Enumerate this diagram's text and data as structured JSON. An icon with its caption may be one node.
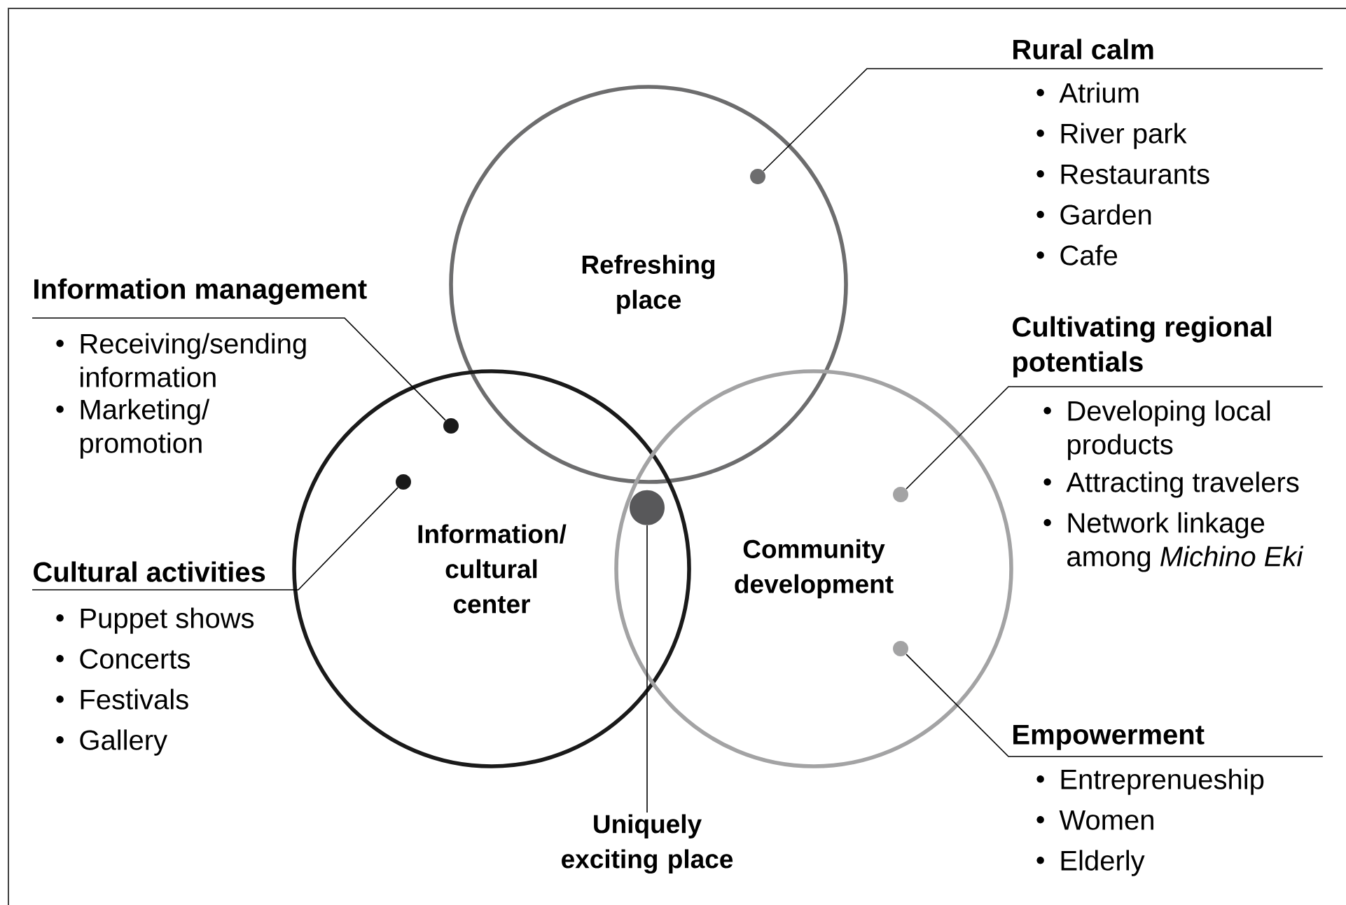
{
  "diagram": {
    "nodes": [
      {
        "text": [
          "Refreshing place"
        ]
      },
      {
        "text": [
          "Information/ cultural center"
        ]
      },
      {
        "text": [
          "Community development"
        ]
      },
      {
        "text": [],
        "shape": "circle",
        "in": 0
      },
      {
        "text": [],
        "shape": "circle",
        "in": 1
      },
      {
        "text": [],
        "shape": "circle",
        "in": 1
      },
      {
        "text": [],
        "shape": "circle",
        "in": 2
      },
      {
        "text": [],
        "shape": "circle",
        "in": 2
      },
      {
        "text": [],
        "shape": "circle"
      },
      {
        "text": [
          "Rural calm",
          "Atrium",
          "River park",
          "Restaurants",
          "Garden",
          "Cafe"
        ]
      },
      {
        "text": [
          "Information management",
          "Receiving/sending information",
          "Marketing/ promotion"
        ]
      },
      {
        "text": [
          "Cultural activities",
          "Puppet shows",
          "Concerts",
          "Festivals",
          "Gallery"
        ]
      },
      {
        "text": [
          "Cultivating regional potentials",
          "Developing local products",
          "Attracting travelers",
          "Network linkage among *Michino Eki*"
        ]
      },
      {
        "text": [
          "Empowerment",
          "Entreprenueship",
          "Women",
          "Elderly"
        ]
      },
      {
        "text": [
          "Uniquely exciting place"
        ]
      }
    ],
    "edges": [
      {
        "from": 9,
        "to": 3,
        "arrow": "none"
      },
      {
        "from": 10,
        "to": 4,
        "arrow": "none"
      },
      {
        "from": 11,
        "to": 5,
        "arrow": "none"
      },
      {
        "from": 12,
        "to": 6,
        "arrow": "none"
      },
      {
        "from": 13,
        "to": 7,
        "arrow": "none"
      },
      {
        "from": 14,
        "to": 8,
        "arrow": "none"
      }
    ]
  }
}
